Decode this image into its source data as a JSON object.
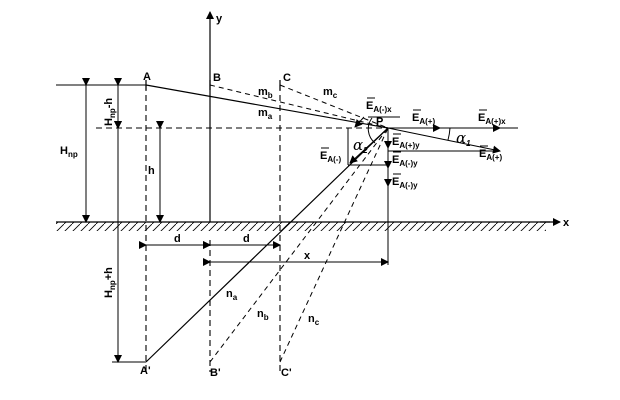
{
  "labels": {
    "A": "A",
    "B": "B",
    "C": "C",
    "A_img": "A'",
    "B_img": "B'",
    "C_img": "C'",
    "P": "P",
    "x_axis": "x",
    "y_axis": "y",
    "m_a": "m",
    "m_a_sub": "a",
    "m_b": "m",
    "m_b_sub": "b",
    "m_c": "m",
    "m_c_sub": "c",
    "n_a": "n",
    "n_a_sub": "a",
    "n_b": "n",
    "n_b_sub": "b",
    "n_c": "n",
    "n_c_sub": "c",
    "H_np": "H",
    "H_np_sub": "np",
    "H_np_minus_h": "H",
    "H_np_minus_h_sub": "np",
    "H_np_minus_h_suffix": "-h",
    "H_np_plus_h": "H",
    "H_np_plus_h_sub": "np",
    "H_np_plus_h_suffix": "+h",
    "h": "h",
    "d1": "d",
    "d2": "d",
    "x_dist": "x",
    "alpha1": "α",
    "alpha1_sub": "1",
    "alpha2": "α",
    "alpha2_sub": "2",
    "E": "E",
    "E_Aminus_x_sub": "A(-)x",
    "E_Aplus_sub": "A(+)",
    "E_Aplus_x_sub": "A(+)x",
    "E_Aplus2_sub": "A(+)",
    "E_Aplus_y_sub": "A(+)y",
    "E_Aminus_sub": "A(-)",
    "E_Aminus_y_sub": "A(-)y",
    "E_Aminus_y2_sub": "A(-)y"
  }
}
